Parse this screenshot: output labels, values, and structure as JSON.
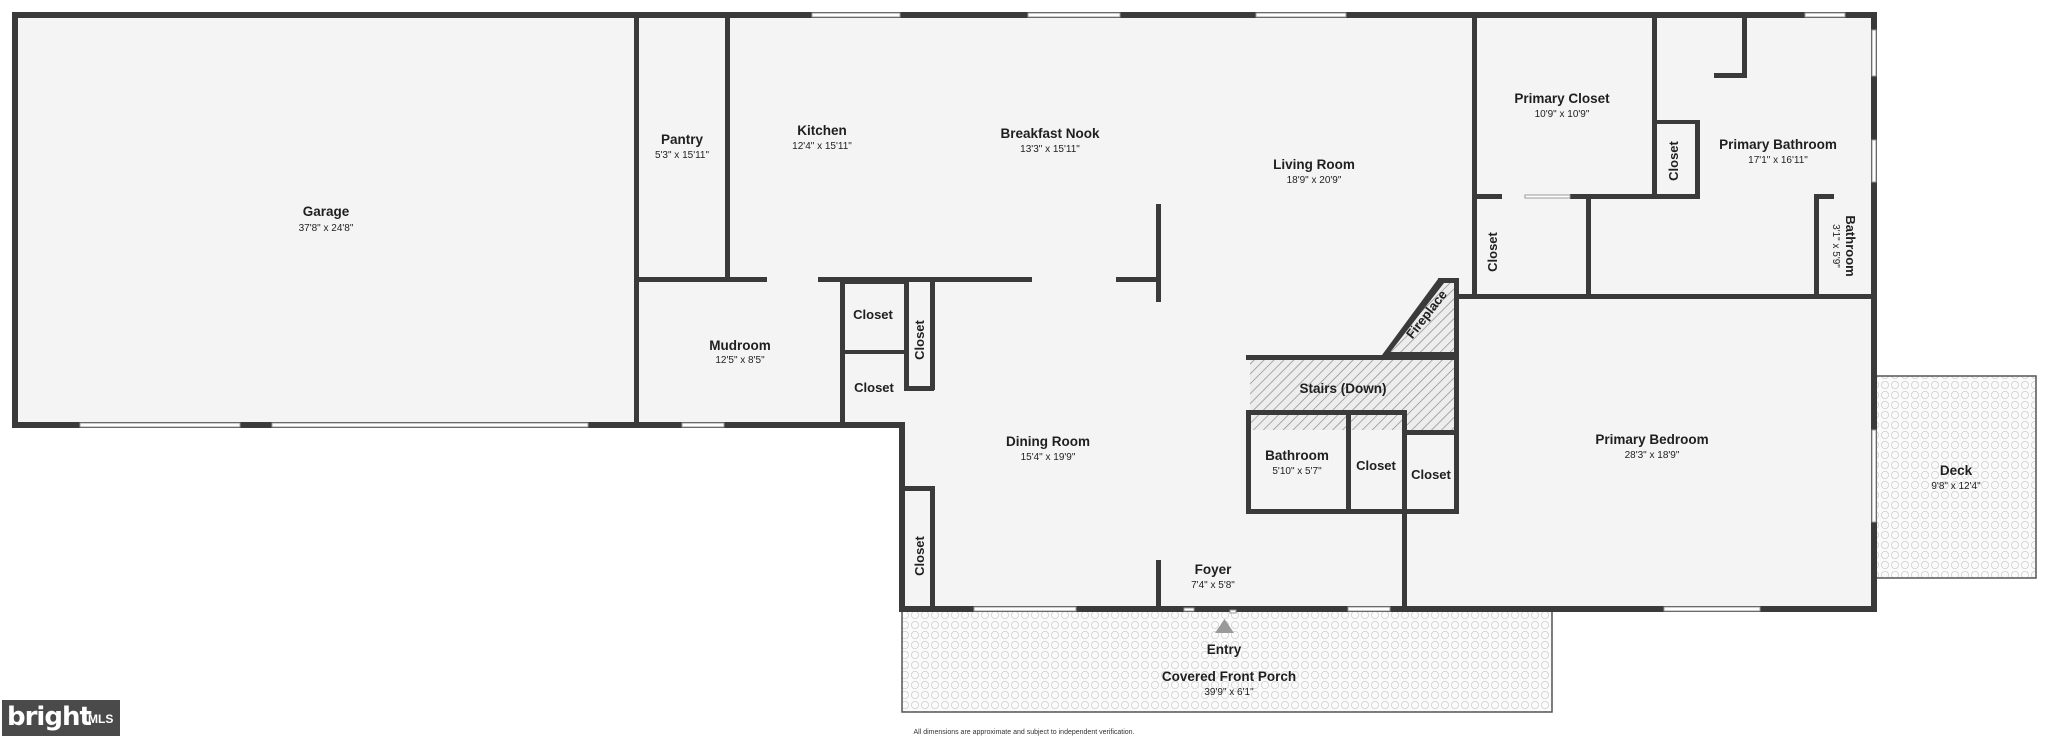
{
  "rooms": {
    "garage": {
      "name": "Garage",
      "dim": "37'8\" x 24'8\""
    },
    "pantry": {
      "name": "Pantry",
      "dim": "5'3\" x 15'11\""
    },
    "kitchen": {
      "name": "Kitchen",
      "dim": "12'4\" x 15'11\""
    },
    "breakfast_nook": {
      "name": "Breakfast Nook",
      "dim": "13'3\" x 15'11\""
    },
    "living_room": {
      "name": "Living Room",
      "dim": "18'9\" x 20'9\""
    },
    "primary_closet": {
      "name": "Primary Closet",
      "dim": "10'9\" x 10'9\""
    },
    "primary_bathroom": {
      "name": "Primary Bathroom",
      "dim": "17'1\" x 16'11\""
    },
    "bathroom_small": {
      "name": "Bathroom",
      "dim": "3'1\" x 5'9\""
    },
    "mudroom": {
      "name": "Mudroom",
      "dim": "12'5\" x 8'5\""
    },
    "dining_room": {
      "name": "Dining Room",
      "dim": "15'4\" x 19'9\""
    },
    "bathroom": {
      "name": "Bathroom",
      "dim": "5'10\" x 5'7\""
    },
    "primary_bedroom": {
      "name": "Primary Bedroom",
      "dim": "28'3\" x 18'9\""
    },
    "deck": {
      "name": "Deck",
      "dim": "9'8\" x 12'4\""
    },
    "foyer": {
      "name": "Foyer",
      "dim": "7'4\" x 5'8\""
    },
    "porch": {
      "name": "Covered Front Porch",
      "dim": "39'9\" x 6'1\""
    }
  },
  "labels": {
    "closet": "Closet",
    "fireplace": "Fireplace",
    "stairs": "Stairs (Down)",
    "entry": "Entry"
  },
  "disclaimer": "All dimensions are approximate and subject to independent verification.",
  "logo": {
    "text": "bright",
    "suffix": "MLS"
  }
}
